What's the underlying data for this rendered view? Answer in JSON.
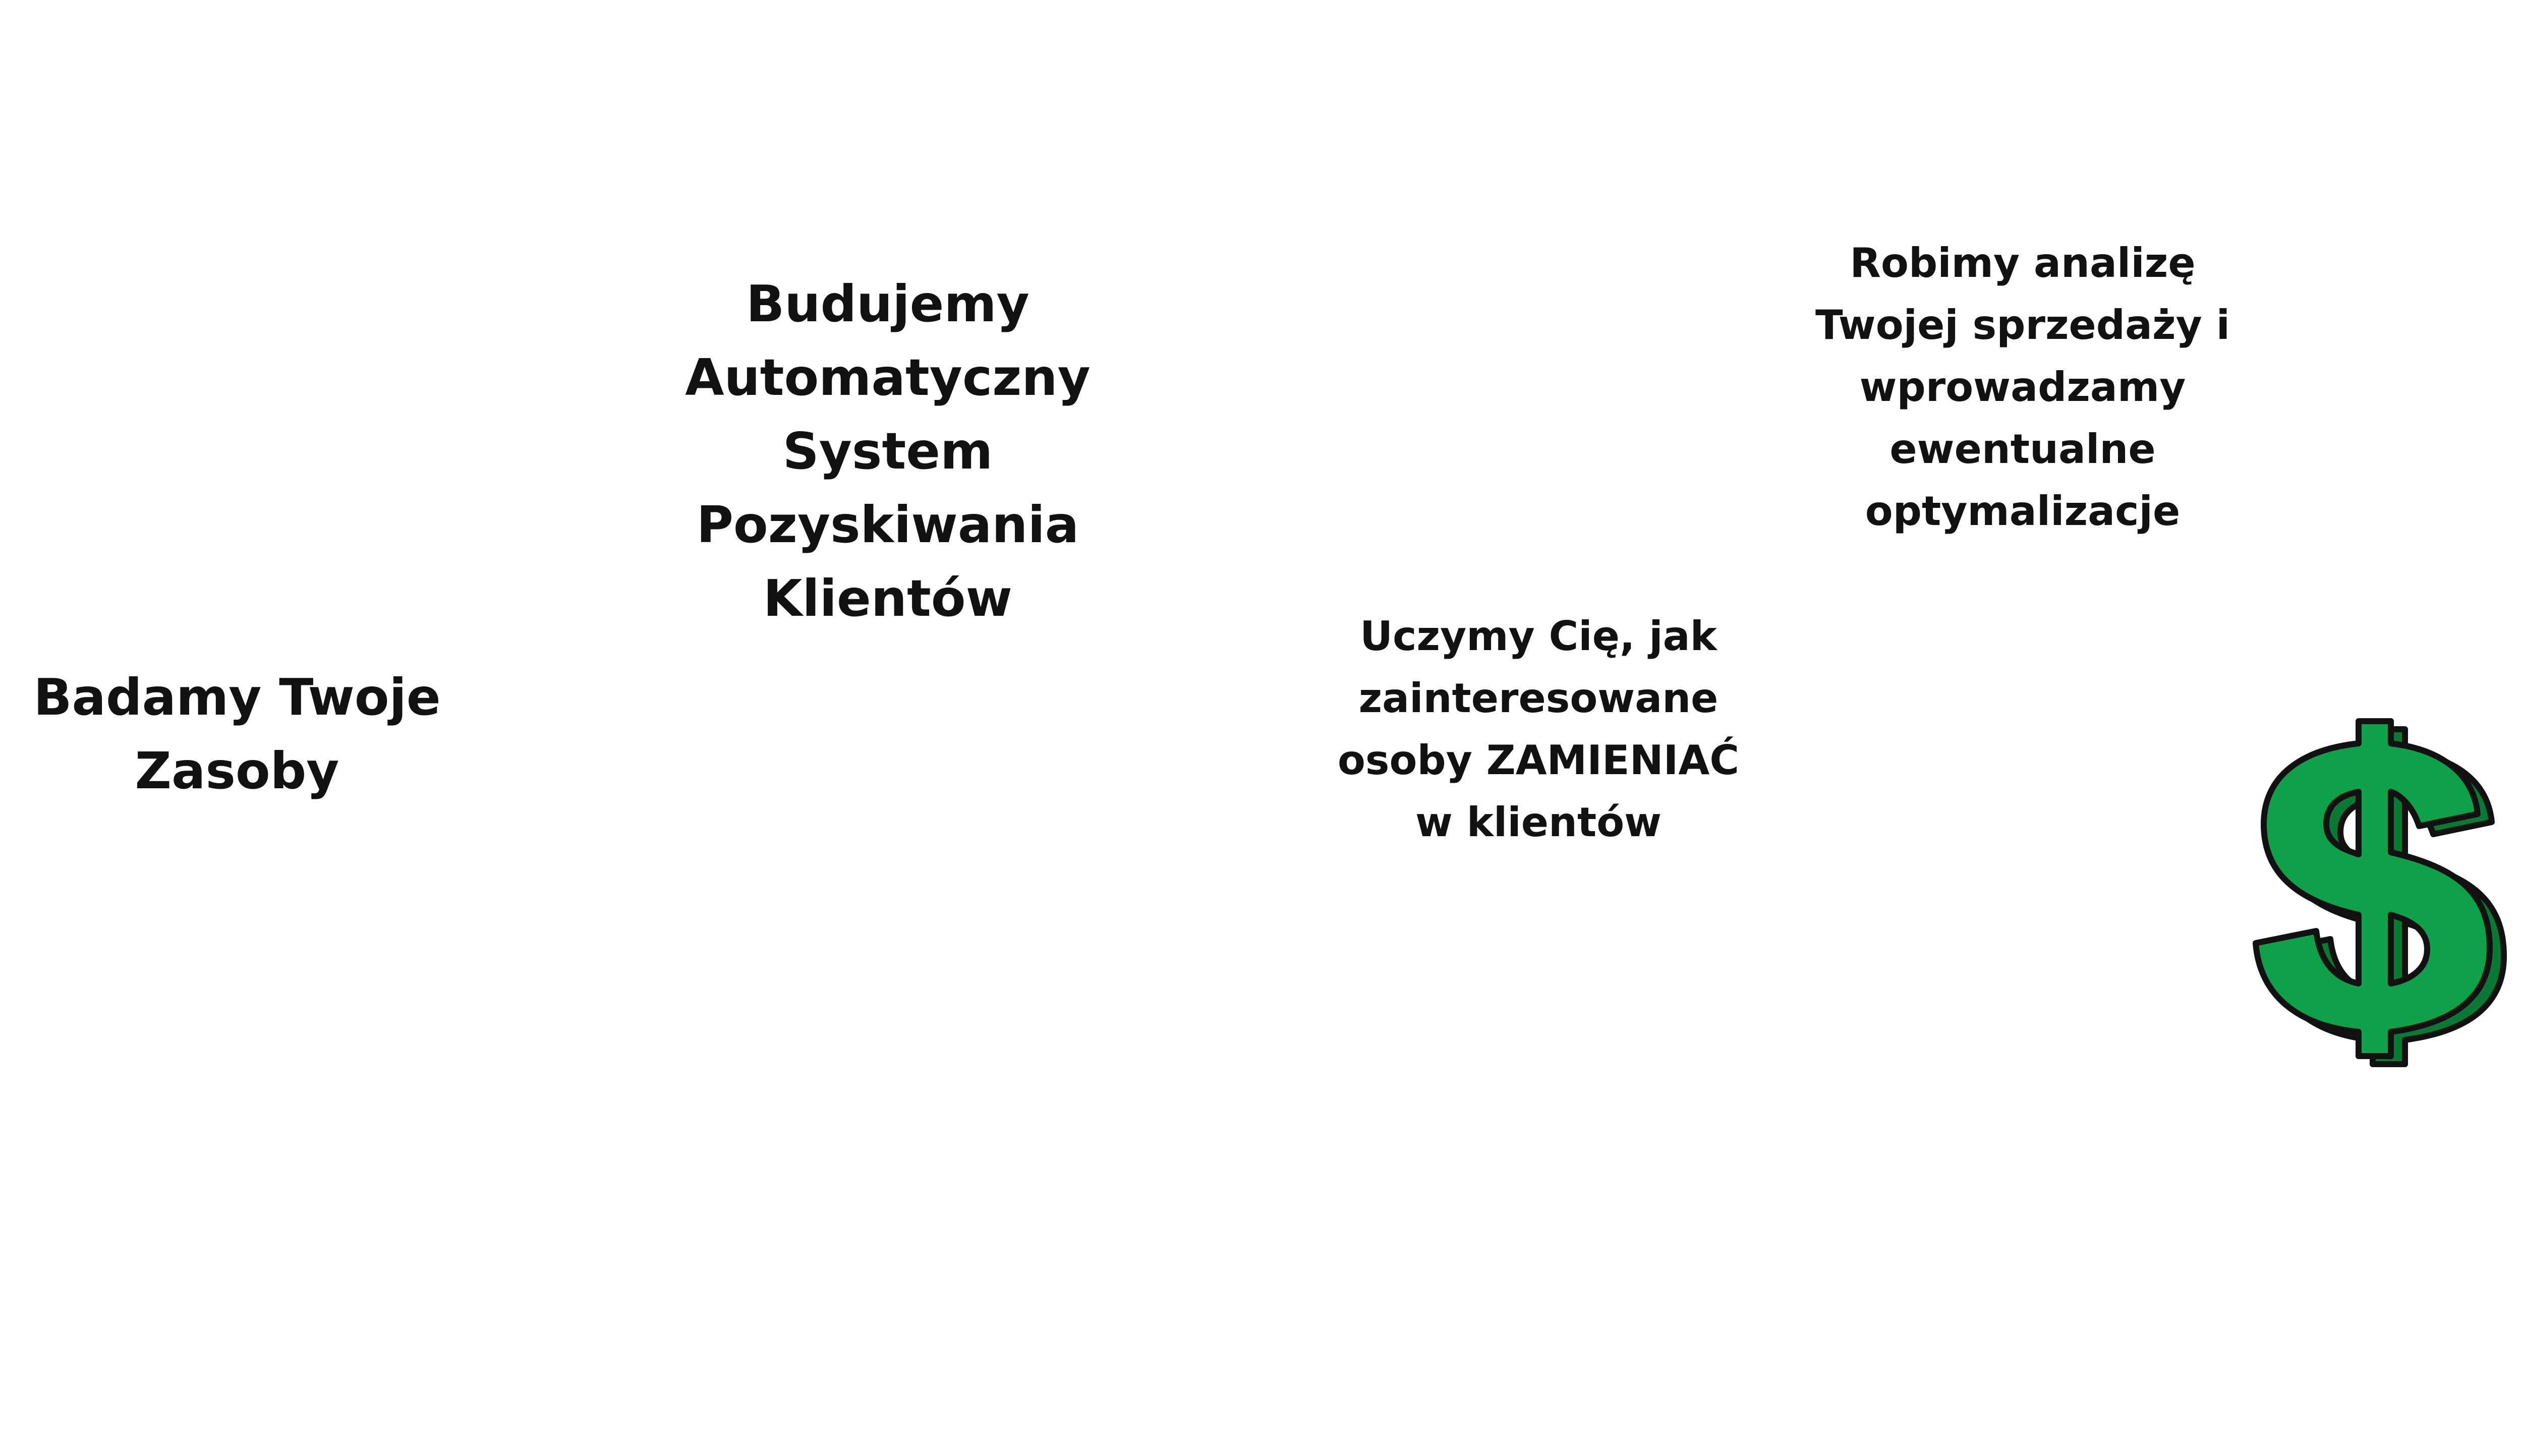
{
  "steps": [
    {
      "lines": [
        "Badamy Twoje",
        "Zasoby"
      ]
    },
    {
      "lines": [
        "Budujemy",
        "Automatyczny",
        "System",
        "Pozyskiwania",
        "Klientów"
      ]
    },
    {
      "lines": [
        "Uczymy Cię, jak",
        "zainteresowane",
        "osoby ZAMIENIAĆ",
        "w klientów"
      ]
    },
    {
      "lines": [
        "Robimy analizę",
        "Twojej sprzedaży i",
        "wprowadzamy",
        "ewentualne",
        "optymalizacje"
      ]
    }
  ],
  "illustration": {
    "icon": "dollar-sign-icon",
    "fill_color": "#0ea14a",
    "shadow_color": "#087a35",
    "outline_color": "#111111"
  }
}
